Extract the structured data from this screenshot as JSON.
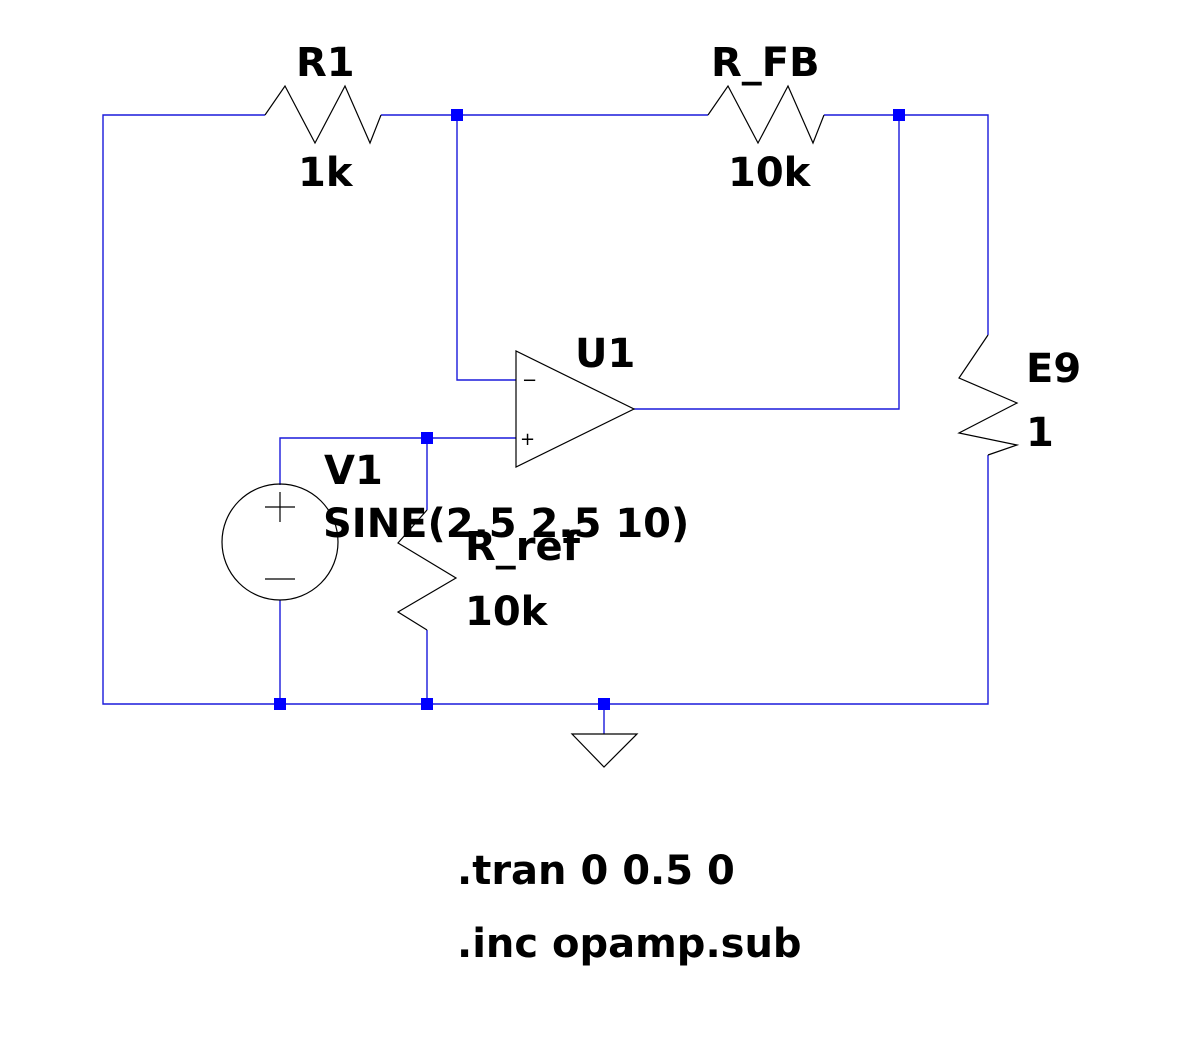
{
  "components": {
    "r1": {
      "name": "R1",
      "value": "1k"
    },
    "r_fb": {
      "name": "R_FB",
      "value": "10k"
    },
    "u1": {
      "name": "U1",
      "inv_pin": "−",
      "noninv_pin": "+"
    },
    "e9": {
      "name": "E9",
      "value": "1"
    },
    "v1": {
      "name": "V1",
      "value": "SINE(2.5 2.5 10)",
      "plus": "+",
      "minus": "−"
    },
    "r_ref": {
      "name": "R_ref",
      "value": "10k"
    }
  },
  "directives": {
    "tran": ".tran 0 0.5 0",
    "inc": ".inc opamp.sub"
  },
  "colors": {
    "wire": "#1a1adc",
    "junction": "#0000ff",
    "symbol": "#000000",
    "background": "#ffffff"
  },
  "icons": {
    "ground": "ground-symbol-icon",
    "source": "voltage-source-icon"
  }
}
